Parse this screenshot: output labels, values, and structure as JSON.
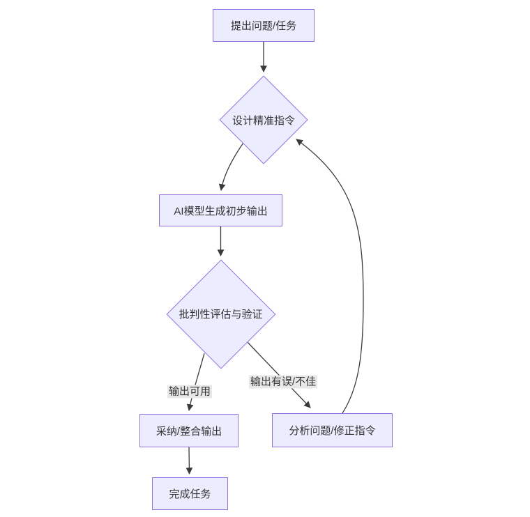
{
  "diagram": {
    "type": "flowchart",
    "direction": "top-down",
    "nodes": {
      "start": {
        "shape": "rect",
        "label": "提出问题/任务"
      },
      "design": {
        "shape": "diamond",
        "label": "设计精准指令"
      },
      "generate": {
        "shape": "rect",
        "label": "AI模型生成初步输出"
      },
      "evaluate": {
        "shape": "diamond",
        "label": "批判性评估与验证"
      },
      "adopt": {
        "shape": "rect",
        "label": "采纳/整合输出"
      },
      "analyze": {
        "shape": "rect",
        "label": "分析问题/修正指令"
      },
      "done": {
        "shape": "rect",
        "label": "完成任务"
      }
    },
    "edge_labels": {
      "usable": "输出可用",
      "faulty": "输出有误/不佳"
    },
    "edges": [
      {
        "from": "start",
        "to": "design",
        "label": ""
      },
      {
        "from": "design",
        "to": "generate",
        "label": ""
      },
      {
        "from": "generate",
        "to": "evaluate",
        "label": ""
      },
      {
        "from": "evaluate",
        "to": "adopt",
        "label": "输出可用"
      },
      {
        "from": "evaluate",
        "to": "analyze",
        "label": "输出有误/不佳"
      },
      {
        "from": "adopt",
        "to": "done",
        "label": ""
      },
      {
        "from": "analyze",
        "to": "design",
        "label": ""
      }
    ],
    "colors": {
      "node_fill": "#ECECFF",
      "node_border": "#9370DB",
      "edge_color": "#3a3a3a",
      "text_color": "#333333",
      "edge_label_bg": "#e8e8e8",
      "canvas_bg": "#ffffff"
    }
  }
}
